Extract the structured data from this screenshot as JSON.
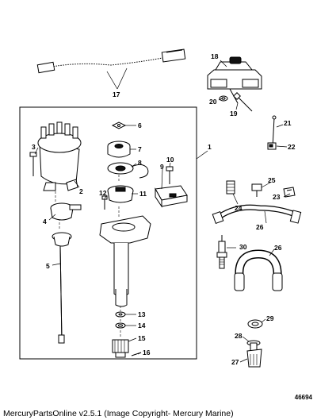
{
  "callouts": {
    "c1": "1",
    "c2": "2",
    "c3": "3",
    "c4": "4",
    "c5": "5",
    "c6": "6",
    "c7": "7",
    "c8": "8",
    "c9": "9",
    "c10": "10",
    "c11": "11",
    "c12": "12",
    "c13": "13",
    "c14": "14",
    "c15": "15",
    "c16": "16",
    "c17": "17",
    "c18": "18",
    "c19": "19",
    "c20": "20",
    "c21": "21",
    "c22": "22",
    "c23": "23",
    "c24": "24",
    "c25": "25",
    "c26a": "26",
    "c26b": "26",
    "c27": "27",
    "c28": "28",
    "c29": "29",
    "c30": "30"
  },
  "image_id": "46694",
  "footer": "MercuryPartsOnline v2.5.1 (Image Copyright- Mercury Marine)"
}
